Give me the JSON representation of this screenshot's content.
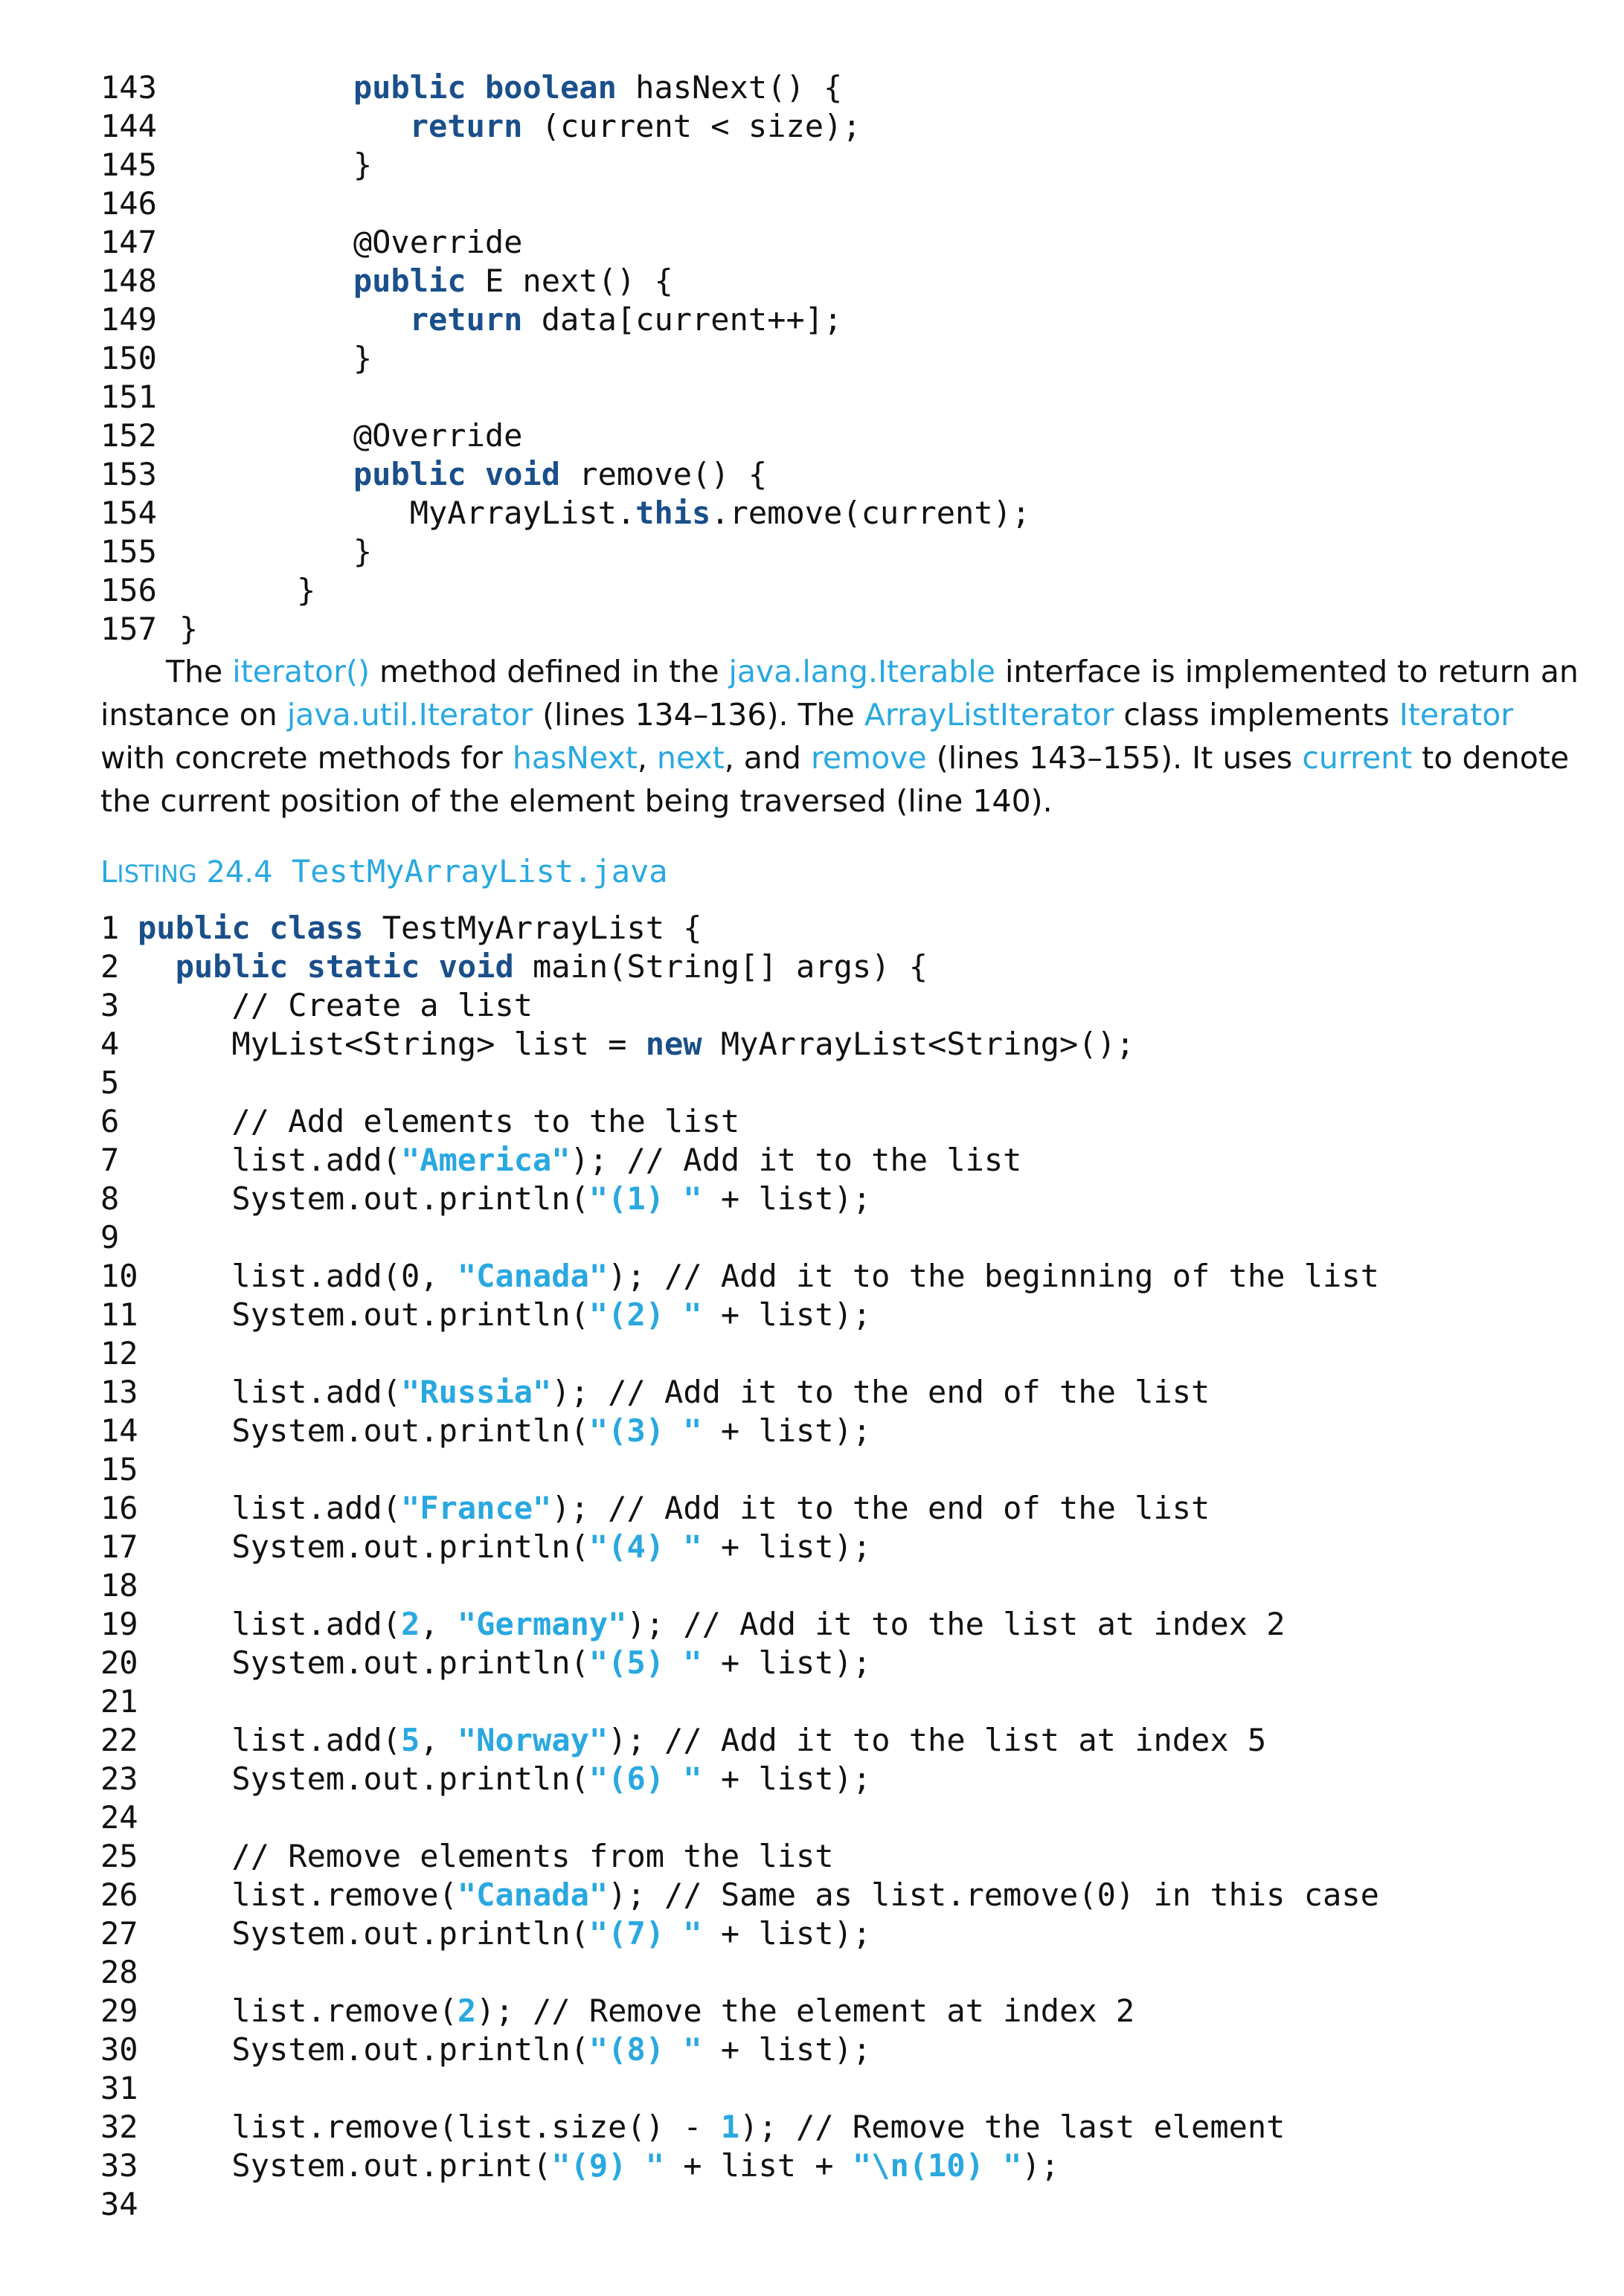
{
  "code_top": [
    {
      "n": "143",
      "parts": [
        {
          "t": "   "
        },
        {
          "t": "public boolean",
          "c": "kw"
        },
        {
          "t": " hasNext() {"
        }
      ]
    },
    {
      "n": "144",
      "parts": [
        {
          "t": "      "
        },
        {
          "t": "return",
          "c": "kw"
        },
        {
          "t": " (current < size);"
        }
      ]
    },
    {
      "n": "145",
      "parts": [
        {
          "t": "   }"
        }
      ]
    },
    {
      "n": "146",
      "parts": []
    },
    {
      "n": "147",
      "parts": [
        {
          "t": "   @Override"
        }
      ]
    },
    {
      "n": "148",
      "parts": [
        {
          "t": "   "
        },
        {
          "t": "public",
          "c": "kw"
        },
        {
          "t": " E next() {"
        }
      ]
    },
    {
      "n": "149",
      "parts": [
        {
          "t": "      "
        },
        {
          "t": "return",
          "c": "kw"
        },
        {
          "t": " data[current++];"
        }
      ]
    },
    {
      "n": "150",
      "parts": [
        {
          "t": "   }"
        }
      ]
    },
    {
      "n": "151",
      "parts": []
    },
    {
      "n": "152",
      "parts": [
        {
          "t": "   @Override"
        }
      ]
    },
    {
      "n": "153",
      "parts": [
        {
          "t": "   "
        },
        {
          "t": "public void",
          "c": "kw"
        },
        {
          "t": " remove() {"
        }
      ]
    },
    {
      "n": "154",
      "parts": [
        {
          "t": "      MyArrayList."
        },
        {
          "t": "this",
          "c": "kw"
        },
        {
          "t": ".remove(current);"
        }
      ]
    },
    {
      "n": "155",
      "parts": [
        {
          "t": "   }"
        }
      ]
    },
    {
      "n": "156",
      "parts": [
        {
          "t": "}"
        }
      ]
    },
    {
      "n": "157",
      "parts": [
        {
          "t": "}"
        }
      ],
      "shift": true
    }
  ],
  "prose": [
    {
      "t": "The "
    },
    {
      "t": "iterator()",
      "c": "hl"
    },
    {
      "t": " method defined in the "
    },
    {
      "t": "java.lang.Iterable",
      "c": "hl"
    },
    {
      "t": " interface is implemented to return an instance on "
    },
    {
      "t": "java.util.Iterator",
      "c": "hl"
    },
    {
      "t": " (lines 134–136). The "
    },
    {
      "t": "ArrayListIterator",
      "c": "hl"
    },
    {
      "t": " class implements "
    },
    {
      "t": "Iterator",
      "c": "hl"
    },
    {
      "t": " with concrete methods for "
    },
    {
      "t": "hasNext",
      "c": "hl"
    },
    {
      "t": ", "
    },
    {
      "t": "next",
      "c": "hl"
    },
    {
      "t": ", and "
    },
    {
      "t": "remove",
      "c": "hl"
    },
    {
      "t": " (lines 143–155). It uses "
    },
    {
      "t": "current",
      "c": "hl"
    },
    {
      "t": " to denote the current position of the element being traversed (line 140)."
    }
  ],
  "listing": {
    "label_first": "L",
    "label_rest": "ISTING",
    "number": "24.4",
    "file": "TestMyArrayList.java"
  },
  "code_bottom": [
    {
      "n": "1",
      "parts": [
        {
          "t": "public class",
          "c": "kw"
        },
        {
          "t": " TestMyArrayList {"
        }
      ]
    },
    {
      "n": "2",
      "parts": [
        {
          "t": "  "
        },
        {
          "t": "public static void",
          "c": "kw"
        },
        {
          "t": " main(String[] args) {"
        }
      ]
    },
    {
      "n": "3",
      "parts": [
        {
          "t": "     // Create a list"
        }
      ]
    },
    {
      "n": "4",
      "parts": [
        {
          "t": "     MyList<String> list = "
        },
        {
          "t": "new",
          "c": "kw"
        },
        {
          "t": " MyArrayList<String>();"
        }
      ]
    },
    {
      "n": "5",
      "parts": []
    },
    {
      "n": "6",
      "parts": [
        {
          "t": "     // Add elements to the list"
        }
      ]
    },
    {
      "n": "7",
      "parts": [
        {
          "t": "     list.add("
        },
        {
          "t": "\"America\"",
          "c": "str"
        },
        {
          "t": "); // Add it to the list"
        }
      ]
    },
    {
      "n": "8",
      "parts": [
        {
          "t": "     System.out.println("
        },
        {
          "t": "\"(1) \"",
          "c": "str"
        },
        {
          "t": " + list);"
        }
      ]
    },
    {
      "n": "9",
      "parts": []
    },
    {
      "n": "10",
      "parts": [
        {
          "t": "     list.add(0, "
        },
        {
          "t": "\"Canada\"",
          "c": "str"
        },
        {
          "t": "); // Add it to the beginning of the list"
        }
      ]
    },
    {
      "n": "11",
      "parts": [
        {
          "t": "     System.out.println("
        },
        {
          "t": "\"(2) \"",
          "c": "str"
        },
        {
          "t": " + list);"
        }
      ]
    },
    {
      "n": "12",
      "parts": []
    },
    {
      "n": "13",
      "parts": [
        {
          "t": "     list.add("
        },
        {
          "t": "\"Russia\"",
          "c": "str"
        },
        {
          "t": "); // Add it to the end of the list"
        }
      ]
    },
    {
      "n": "14",
      "parts": [
        {
          "t": "     System.out.println("
        },
        {
          "t": "\"(3) \"",
          "c": "str"
        },
        {
          "t": " + list);"
        }
      ]
    },
    {
      "n": "15",
      "parts": []
    },
    {
      "n": "16",
      "parts": [
        {
          "t": "     list.add("
        },
        {
          "t": "\"France\"",
          "c": "str"
        },
        {
          "t": "); // Add it to the end of the list"
        }
      ]
    },
    {
      "n": "17",
      "parts": [
        {
          "t": "     System.out.println("
        },
        {
          "t": "\"(4) \"",
          "c": "str"
        },
        {
          "t": " + list);"
        }
      ]
    },
    {
      "n": "18",
      "parts": []
    },
    {
      "n": "19",
      "parts": [
        {
          "t": "     list.add("
        },
        {
          "t": "2",
          "c": "str"
        },
        {
          "t": ", "
        },
        {
          "t": "\"Germany\"",
          "c": "str"
        },
        {
          "t": "); // Add it to the list at index 2"
        }
      ]
    },
    {
      "n": "20",
      "parts": [
        {
          "t": "     System.out.println("
        },
        {
          "t": "\"(5) \"",
          "c": "str"
        },
        {
          "t": " + list);"
        }
      ]
    },
    {
      "n": "21",
      "parts": []
    },
    {
      "n": "22",
      "parts": [
        {
          "t": "     list.add("
        },
        {
          "t": "5",
          "c": "str"
        },
        {
          "t": ", "
        },
        {
          "t": "\"Norway\"",
          "c": "str"
        },
        {
          "t": "); // Add it to the list at index 5"
        }
      ]
    },
    {
      "n": "23",
      "parts": [
        {
          "t": "     System.out.println("
        },
        {
          "t": "\"(6) \"",
          "c": "str"
        },
        {
          "t": " + list);"
        }
      ]
    },
    {
      "n": "24",
      "parts": []
    },
    {
      "n": "25",
      "parts": [
        {
          "t": "     // Remove elements from the list"
        }
      ]
    },
    {
      "n": "26",
      "parts": [
        {
          "t": "     list.remove("
        },
        {
          "t": "\"Canada\"",
          "c": "str"
        },
        {
          "t": "); // Same as list.remove(0) in this case"
        }
      ]
    },
    {
      "n": "27",
      "parts": [
        {
          "t": "     System.out.println("
        },
        {
          "t": "\"(7) \"",
          "c": "str"
        },
        {
          "t": " + list);"
        }
      ]
    },
    {
      "n": "28",
      "parts": []
    },
    {
      "n": "29",
      "parts": [
        {
          "t": "     list.remove("
        },
        {
          "t": "2",
          "c": "str"
        },
        {
          "t": "); // Remove the element at index 2"
        }
      ]
    },
    {
      "n": "30",
      "parts": [
        {
          "t": "     System.out.println("
        },
        {
          "t": "\"(8) \"",
          "c": "str"
        },
        {
          "t": " + list);"
        }
      ]
    },
    {
      "n": "31",
      "parts": []
    },
    {
      "n": "32",
      "parts": [
        {
          "t": "     list.remove(list.size() - "
        },
        {
          "t": "1",
          "c": "str"
        },
        {
          "t": "); // Remove the last element"
        }
      ]
    },
    {
      "n": "33",
      "parts": [
        {
          "t": "     System.out.print("
        },
        {
          "t": "\"(9) \"",
          "c": "str"
        },
        {
          "t": " + list + "
        },
        {
          "t": "\"\\n(10) \"",
          "c": "str"
        },
        {
          "t": ");"
        }
      ]
    },
    {
      "n": "34",
      "parts": []
    }
  ]
}
